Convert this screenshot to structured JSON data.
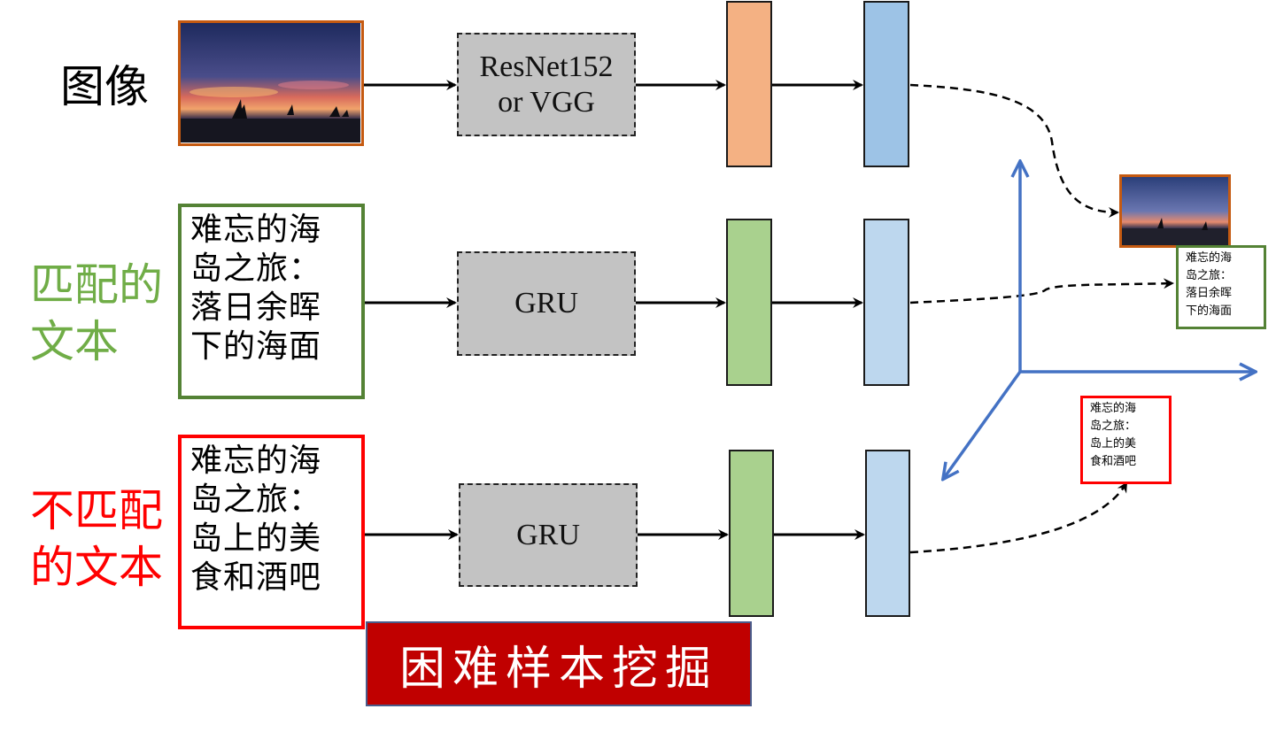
{
  "rows": [
    {
      "label": "图像",
      "label_color": "#000000",
      "encoder": "ResNet152\nor VGG"
    },
    {
      "label": "匹配的\n文本",
      "label_color": "#70ad47",
      "text": "难忘的海\n岛之旅：\n落日余晖\n下的海面",
      "box_color": "#548235",
      "encoder": "GRU"
    },
    {
      "label": "不匹配\n的文本",
      "label_color": "#ff0000",
      "text": "难忘的海\n岛之旅：\n岛上的美\n食和酒吧",
      "box_color": "#ff0000",
      "encoder": "GRU"
    }
  ],
  "embedding_space": {
    "matched_text": "难忘的海\n岛之旅：\n落日余晖\n下的海面",
    "unmatched_text": "难忘的海\n岛之旅：\n岛上的美\n食和酒吧"
  },
  "banner": {
    "label": "困难样本挖掘"
  },
  "colors": {
    "image_bar_1": "#f4b183",
    "image_bar_2": "#9dc3e6",
    "text_bar_1": "#a9d18e",
    "text_bar_2": "#bdd7ee",
    "axis": "#4472c4",
    "image_border": "#c55a11"
  }
}
